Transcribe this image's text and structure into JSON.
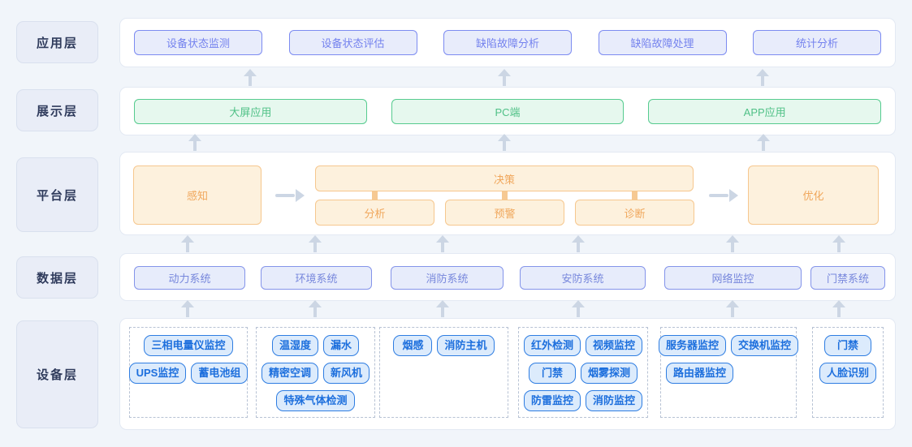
{
  "layers": {
    "app": {
      "label": "应用层",
      "items": [
        "设备状态监测",
        "设备状态评估",
        "缺陷故障分析",
        "缺陷故障处理",
        "统计分析"
      ]
    },
    "display": {
      "label": "展示层",
      "items": [
        "大屏应用",
        "PC端",
        "APP应用"
      ]
    },
    "platform": {
      "label": "平台层",
      "perception": "感知",
      "decision": "决策",
      "decision_subs": [
        "分析",
        "预警",
        "诊断"
      ],
      "optimize": "优化"
    },
    "data": {
      "label": "数据层",
      "items": [
        "动力系统",
        "环境系统",
        "消防系统",
        "安防系统",
        "网络监控",
        "门禁系统"
      ]
    },
    "device": {
      "label": "设备层",
      "groups": [
        {
          "items": [
            "三相电量仪监控",
            "UPS监控",
            "蓄电池组"
          ]
        },
        {
          "items": [
            "温湿度",
            "漏水",
            "精密空调",
            "新风机",
            "特殊气体检测"
          ]
        },
        {
          "items": [
            "烟感",
            "消防主机"
          ]
        },
        {
          "items": [
            "红外检测",
            "视频监控",
            "门禁",
            "烟雾探测",
            "防雷监控",
            "消防监控"
          ]
        },
        {
          "items": [
            "服务器监控",
            "交换机监控",
            "路由器监控"
          ]
        },
        {
          "items": [
            "门禁",
            "人脸识别"
          ]
        }
      ]
    }
  },
  "colors": {
    "bg": "#f1f5fa",
    "label_bg": "#e9edf7",
    "label_border": "#d9e0ee",
    "label_text": "#2f3b5c",
    "panel_bg": "#ffffff",
    "panel_border": "#e3e9f3",
    "app_bg": "#e8ecfb",
    "app_border": "#7c8bf1",
    "app_text": "#7482ee",
    "green_bg": "#e6f8ee",
    "green_border": "#56cb8f",
    "green_text": "#50c187",
    "orange_bg": "#fdf1dd",
    "orange_border": "#f6c78e",
    "orange_text": "#f0a75c",
    "data_bg": "#e7ecfb",
    "data_border": "#8494ea",
    "data_text": "#7787dc",
    "device_bg": "#dcebfc",
    "device_border": "#2e7de2",
    "device_text": "#1d6fdd",
    "dash_border": "#b7c2d4",
    "arrow": "#ccd6e4",
    "stub": "#f6c993"
  }
}
